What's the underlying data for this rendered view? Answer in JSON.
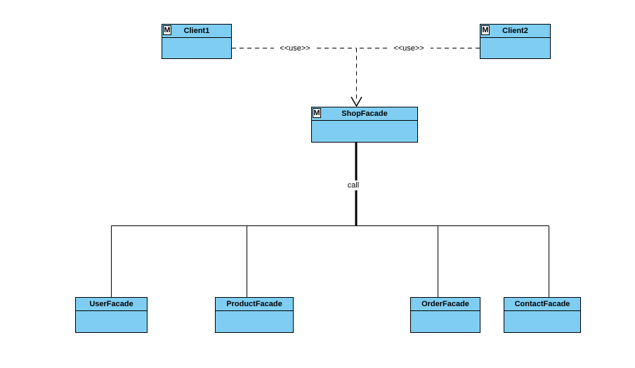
{
  "colors": {
    "node_fill": "#7fcef2",
    "node_border": "#000000",
    "line": "#000000",
    "background": "#ffffff"
  },
  "nodes": {
    "client1": {
      "label": "Client1",
      "icon": "M"
    },
    "client2": {
      "label": "Client2",
      "icon": "M"
    },
    "shopFacade": {
      "label": "ShopFacade",
      "icon": "M"
    },
    "userFacade": {
      "label": "UserFacade"
    },
    "productFacade": {
      "label": "ProductFacade"
    },
    "orderFacade": {
      "label": "OrderFacade"
    },
    "contactFacade": {
      "label": "ContactFacade"
    }
  },
  "edges": {
    "use_left": {
      "label": "<<use>>",
      "style": "dashed"
    },
    "use_right": {
      "label": "<<use>>",
      "style": "dashed"
    },
    "call": {
      "label": "call",
      "style": "solid-thick"
    }
  }
}
